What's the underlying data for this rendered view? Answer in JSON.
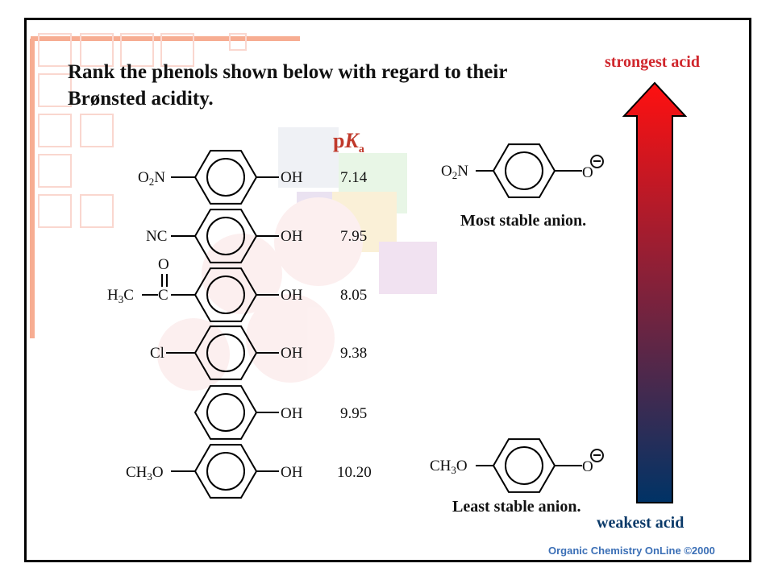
{
  "slide": {
    "title": "Rank the phenols shown below with regard to their Brønsted acidity.",
    "pka_header": {
      "prefix": "p",
      "italic": "K",
      "subscript": "a"
    }
  },
  "phenols": [
    {
      "substituent": "O2N",
      "sub_parts": [
        "O",
        "2",
        "N"
      ],
      "group": "OH",
      "pka": "7.14"
    },
    {
      "substituent": "NC",
      "sub_parts": [
        "NC"
      ],
      "group": "OH",
      "pka": "7.95"
    },
    {
      "substituent": "H3C(C=O)",
      "sub_parts": [
        "H",
        "3",
        "C"
      ],
      "carbonyl_c": "C",
      "carbonyl_o": "O",
      "group": "OH",
      "pka": "8.05"
    },
    {
      "substituent": "Cl",
      "sub_parts": [
        "Cl"
      ],
      "group": "OH",
      "pka": "9.38"
    },
    {
      "substituent": "",
      "sub_parts": [],
      "group": "OH",
      "pka": "9.95"
    },
    {
      "substituent": "CH3O",
      "sub_parts": [
        "CH",
        "3",
        "O"
      ],
      "group": "OH",
      "pka": "10.20"
    }
  ],
  "anions": {
    "top": {
      "sub_parts": [
        "O",
        "2",
        "N"
      ],
      "oxygen": "O",
      "caption": "Most stable anion."
    },
    "bottom": {
      "sub_parts": [
        "CH",
        "3",
        "O"
      ],
      "oxygen": "O",
      "caption": "Least stable anion."
    }
  },
  "arrow": {
    "top_label": "strongest acid",
    "bottom_label": "weakest acid",
    "top_color": "#ff1010",
    "bottom_color": "#003366"
  },
  "footer": "Organic Chemistry OnLine  ©2000"
}
